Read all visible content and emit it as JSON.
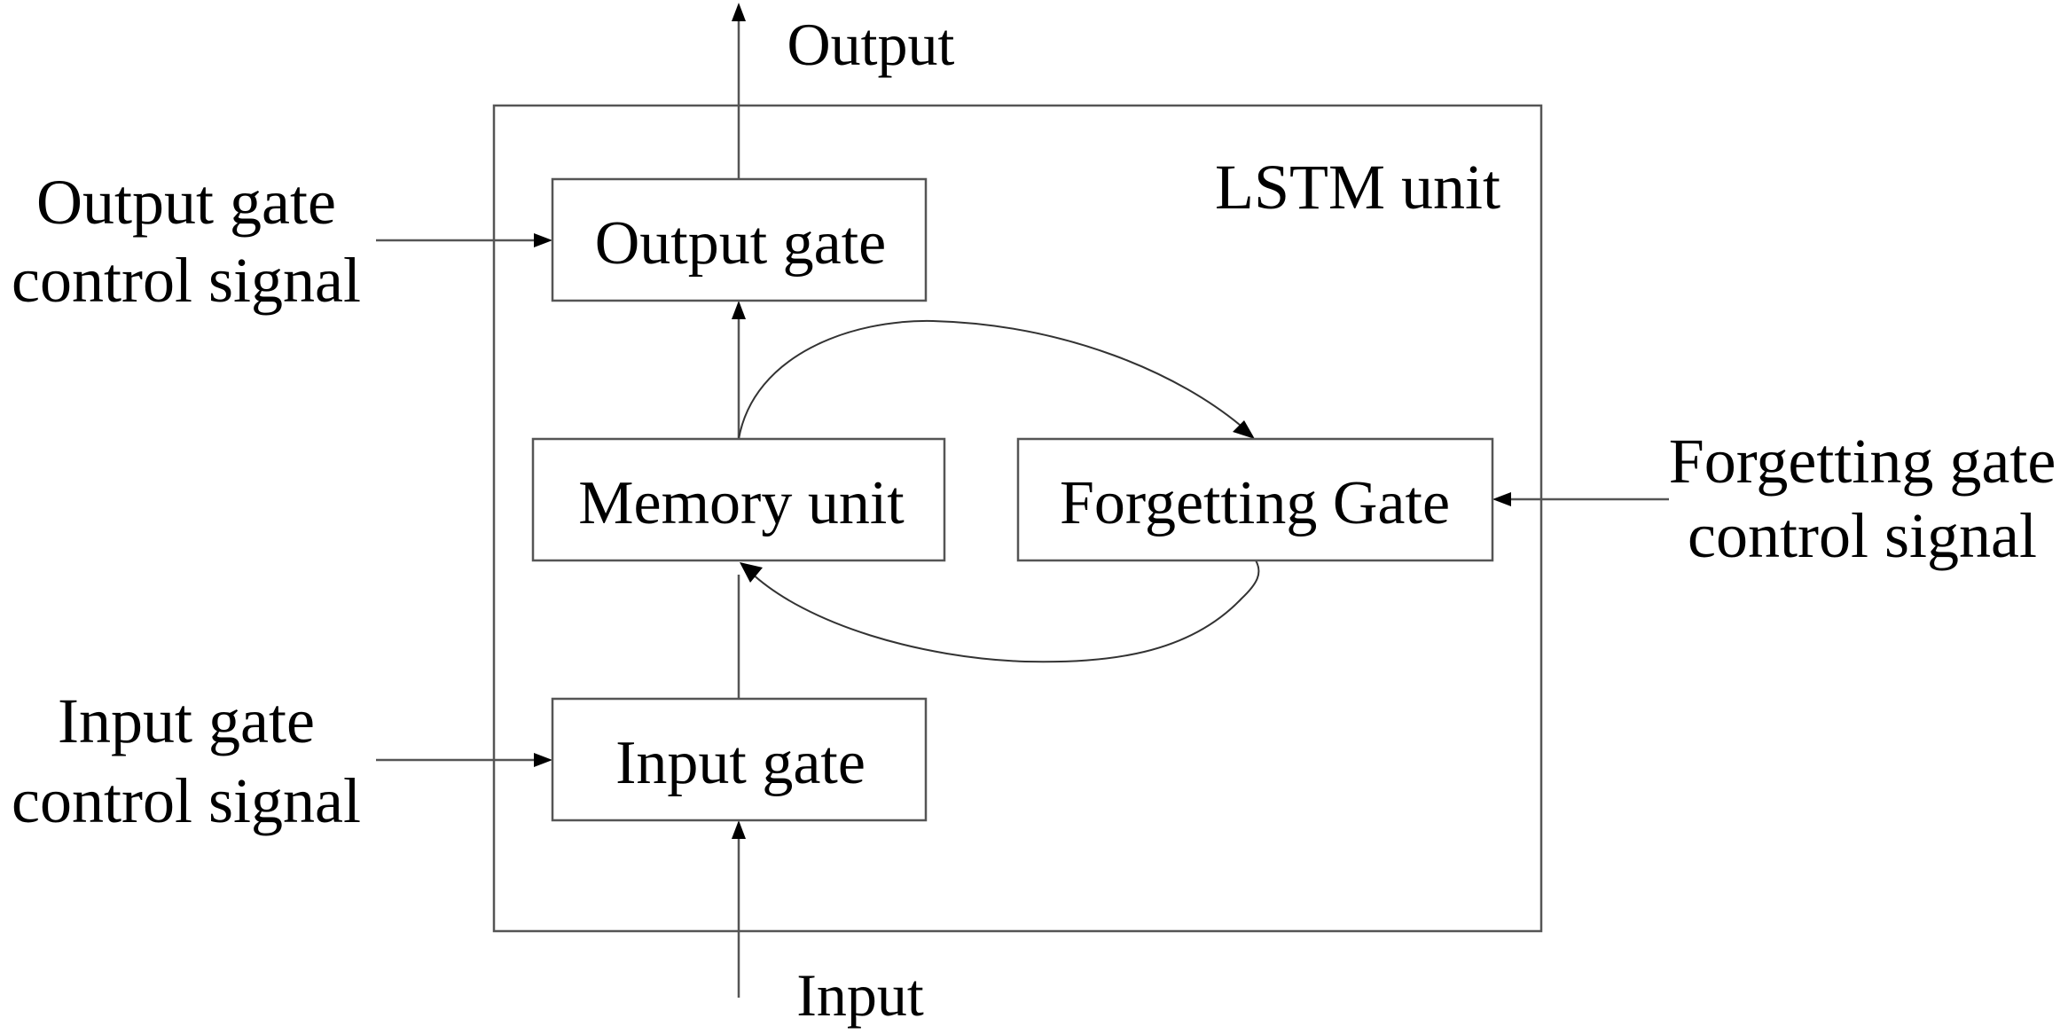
{
  "diagram": {
    "type": "block-diagram",
    "title": "LSTM unit structure",
    "container_label": "LSTM unit",
    "nodes": [
      {
        "id": "output_gate",
        "label": "Output gate"
      },
      {
        "id": "memory_unit",
        "label": "Memory unit"
      },
      {
        "id": "forgetting_gate",
        "label": "Forgetting Gate"
      },
      {
        "id": "input_gate",
        "label": "Input gate"
      }
    ],
    "external_labels": {
      "output": "Output",
      "input": "Input",
      "output_gate_signal": [
        "Output gate",
        "control signal"
      ],
      "input_gate_signal": [
        "Input gate",
        "control signal"
      ],
      "forgetting_gate_signal": [
        "Forgetting gate",
        "control signal"
      ]
    },
    "edges": [
      {
        "from": "input",
        "to": "input_gate"
      },
      {
        "from": "input_gate",
        "to": "memory_unit"
      },
      {
        "from": "memory_unit",
        "to": "output_gate"
      },
      {
        "from": "output_gate",
        "to": "output"
      },
      {
        "from": "memory_unit",
        "to": "forgetting_gate",
        "style": "curved"
      },
      {
        "from": "forgetting_gate",
        "to": "memory_unit",
        "style": "curved"
      },
      {
        "from": "output_gate_signal",
        "to": "output_gate"
      },
      {
        "from": "input_gate_signal",
        "to": "input_gate"
      },
      {
        "from": "forgetting_gate_signal",
        "to": "forgetting_gate"
      }
    ],
    "colors": {
      "line": "#555555",
      "text": "#000000",
      "background": "#ffffff"
    }
  }
}
